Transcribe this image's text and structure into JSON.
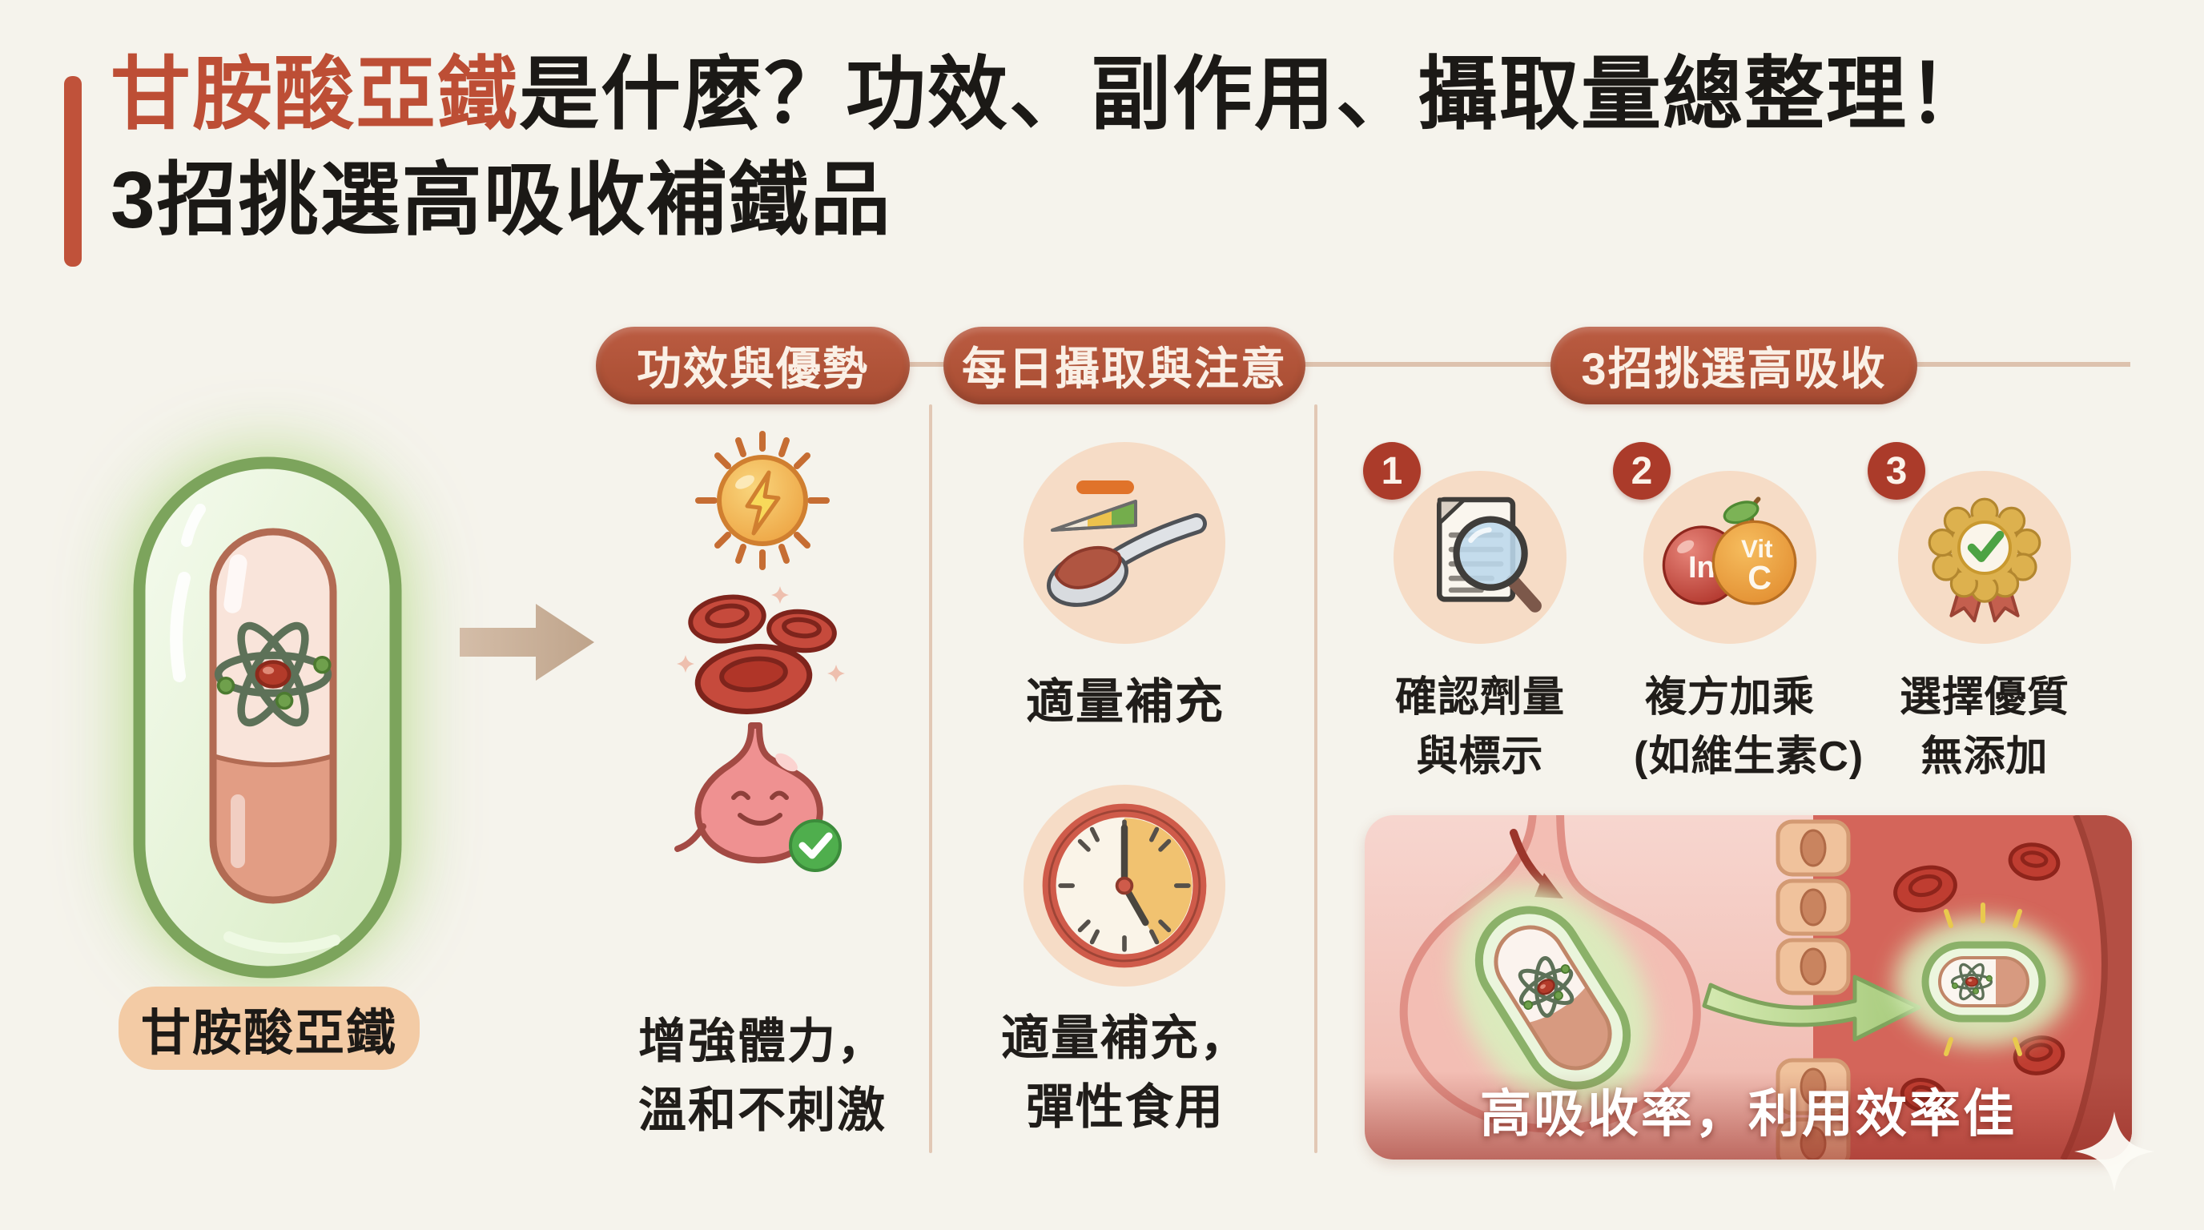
{
  "title": {
    "highlight": "甘胺酸亞鐵",
    "line1_rest": "是什麼？功效、副作用、攝取量總整理！",
    "line2": "3招挑選高吸收補鐵品"
  },
  "hero": {
    "capsule_label": "甘胺酸亞鐵"
  },
  "headers": {
    "benefits": "功效與優勢",
    "daily": "每日攝取與注意",
    "picks": "3招挑選高吸收"
  },
  "benefits": {
    "caption_line1": "增強體力，",
    "caption_line2": "溫和不刺激"
  },
  "daily": {
    "item1_caption": "適量補充",
    "item2_caption_line1": "適量補充，",
    "item2_caption_line2": "彈性食用"
  },
  "picks": {
    "steps": [
      {
        "num": "1",
        "label_line1": "確認劑量",
        "label_line2": "與標示"
      },
      {
        "num": "2",
        "label_line1": "複方加乘",
        "label_line2": "(如維生素C)"
      },
      {
        "num": "3",
        "label_line1": "選擇優質",
        "label_line2": "無添加"
      }
    ],
    "iron_label": "In",
    "vitc_line1": "Vit",
    "vitc_line2": "C",
    "absorption_caption": "高吸收率，利用效率佳"
  },
  "colors": {
    "background": "#f5f3ec",
    "accent_red": "#bd4e35",
    "header_pill": "#b05338",
    "number_badge": "#ab3b2a",
    "peach_circle": "#f6dcc6",
    "label_badge": "#f3cba5",
    "divider": "#e2c8b5",
    "capsule_green": "#7ca45c",
    "caption_white": "#ffffff"
  }
}
